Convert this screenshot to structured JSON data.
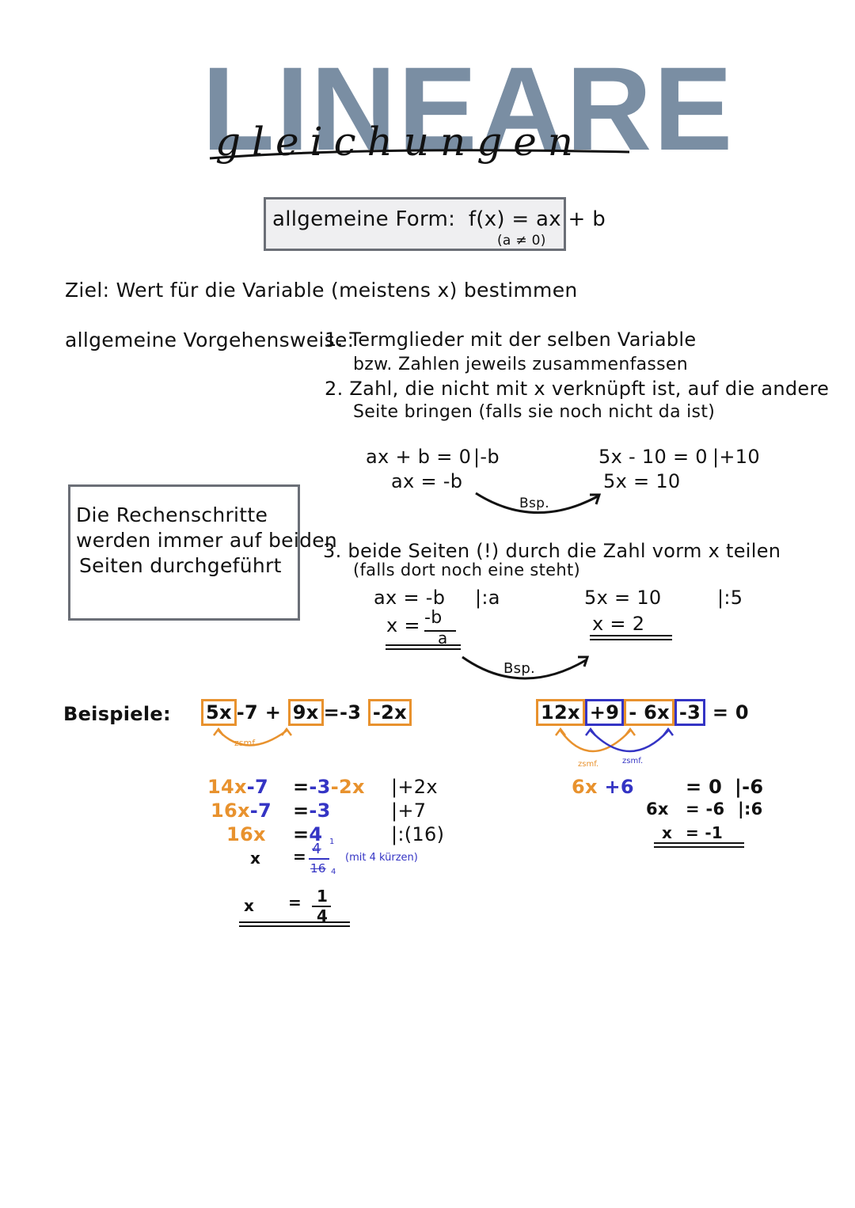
{
  "title": {
    "main": "LINEARE",
    "sub": "gleichungen"
  },
  "general_form": {
    "label": "allgemeine Form:",
    "formula": "f(x) = ax + b",
    "condition": "(a ≠ 0)"
  },
  "goal": "Ziel: Wert für die Variable (meistens x) bestimmen",
  "procedure": {
    "label": "allgemeine Vorgehensweise:",
    "step1_a": "1. Termglieder mit der selben Variable",
    "step1_b": "bzw. Zahlen jeweils zusammenfassen",
    "step2_a": "2. Zahl, die nicht mit x verknüpft ist, auf die andere",
    "step2_b": "Seite bringen (falls sie noch nicht da ist)",
    "step3_a": "3. beide Seiten (!) durch die Zahl vorm x teilen",
    "step3_b": "(falls dort noch eine steht)"
  },
  "step2_example": {
    "general_line1": "ax + b = 0",
    "general_op1": "|-b",
    "general_line2": "ax = -b",
    "bsp": "Bsp.",
    "example_line1": "5x - 10 = 0",
    "example_op1": "|+10",
    "example_line2": "5x = 10"
  },
  "step3_example": {
    "general_line1": "ax = -b",
    "general_op1": "|:a",
    "general_line2_lhs": "x =",
    "general_num": "-b",
    "general_den": "a",
    "bsp": "Bsp.",
    "example_line1": "5x = 10",
    "example_op1": "|:5",
    "example_line2": "x = 2"
  },
  "note": {
    "line1": "Die Rechenschritte",
    "line2": "werden immer auf beiden",
    "line3": "Seiten durchgeführt"
  },
  "examples": {
    "label": "Beispiele:",
    "ex1": {
      "eq_t1": "5x",
      "eq_t2": "-7",
      "eq_plus": "+",
      "eq_t3": "9x",
      "eq_eq": "=",
      "eq_t4": "-3",
      "eq_t5": "-2x",
      "zsmf": "zsmf.",
      "l1_lhs_a": "14x",
      "l1_lhs_b": "-7",
      "l1_eq": "=",
      "l1_rhs_a": "-3",
      "l1_rhs_b": "-2x",
      "l1_op": "|+2x",
      "l2_lhs_a": "16x",
      "l2_lhs_b": "-7",
      "l2_eq": "=",
      "l2_rhs": "-3",
      "l2_op": "|+7",
      "l3_lhs": "16x",
      "l3_eq": "=",
      "l3_rhs": "4",
      "l3_op": "|:(16)",
      "l4_lhs": "x",
      "l4_eq": "=",
      "l4_num": "4",
      "l4_den": "16",
      "l4_num_small": "1",
      "l4_den_small": "4",
      "l4_note": "(mit 4 kürzen)",
      "l5_lhs": "x",
      "l5_eq": "=",
      "l5_num": "1",
      "l5_den": "4"
    },
    "ex2": {
      "eq_t1": "12x",
      "eq_t2": "+9",
      "eq_t3": "- 6x",
      "eq_t4": "-3",
      "eq_rest": "= 0",
      "zsmf1": "zsmf.",
      "zsmf2": "zsmf.",
      "l1_lhs_a": "6x",
      "l1_lhs_b": "+6",
      "l1_rhs": "= 0",
      "l1_op": "|-6",
      "l2_lhs": "6x",
      "l2_rhs": "= -6",
      "l2_op": "|:6",
      "l3_lhs": "x",
      "l3_rhs": "= -1"
    }
  },
  "colors": {
    "title": "#7a8ea3",
    "orange": "#e8922e",
    "blue": "#3434c4",
    "box_border": "#6b6f77"
  }
}
